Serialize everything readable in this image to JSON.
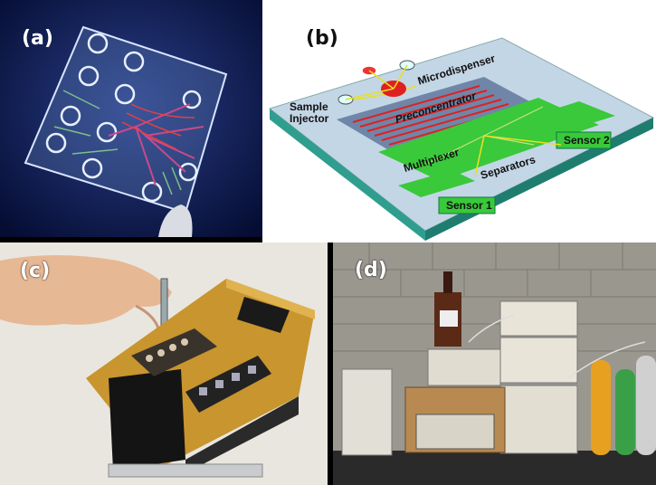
{
  "panels": {
    "a": {
      "label": "(a)"
    },
    "b": {
      "label": "(b)"
    },
    "c": {
      "label": "(c)"
    },
    "d": {
      "label": "(d)"
    }
  },
  "diagram_b": {
    "sample_injector": "Sample Injector",
    "microdispenser": "Microdispenser",
    "preconcentrator": "Preconcentrator",
    "multiplexer": "Multiplexer",
    "separators": "Separators",
    "sensor1": "Sensor 1",
    "sensor2": "Sensor 2"
  },
  "colors": {
    "panel_a_bg": "#0b1a4d",
    "panel_b_bg": "#ffffff",
    "chip_top": "#b8d0e0",
    "chip_side": "#2f9e8f",
    "preconcentrator_fill": "#6f86a8",
    "trace_red": "#e02020",
    "green_block": "#39c93a",
    "panel_c_bg": "#e9e6df",
    "device_gold": "#c8952e",
    "panel_d_bg": "#8a8880"
  }
}
